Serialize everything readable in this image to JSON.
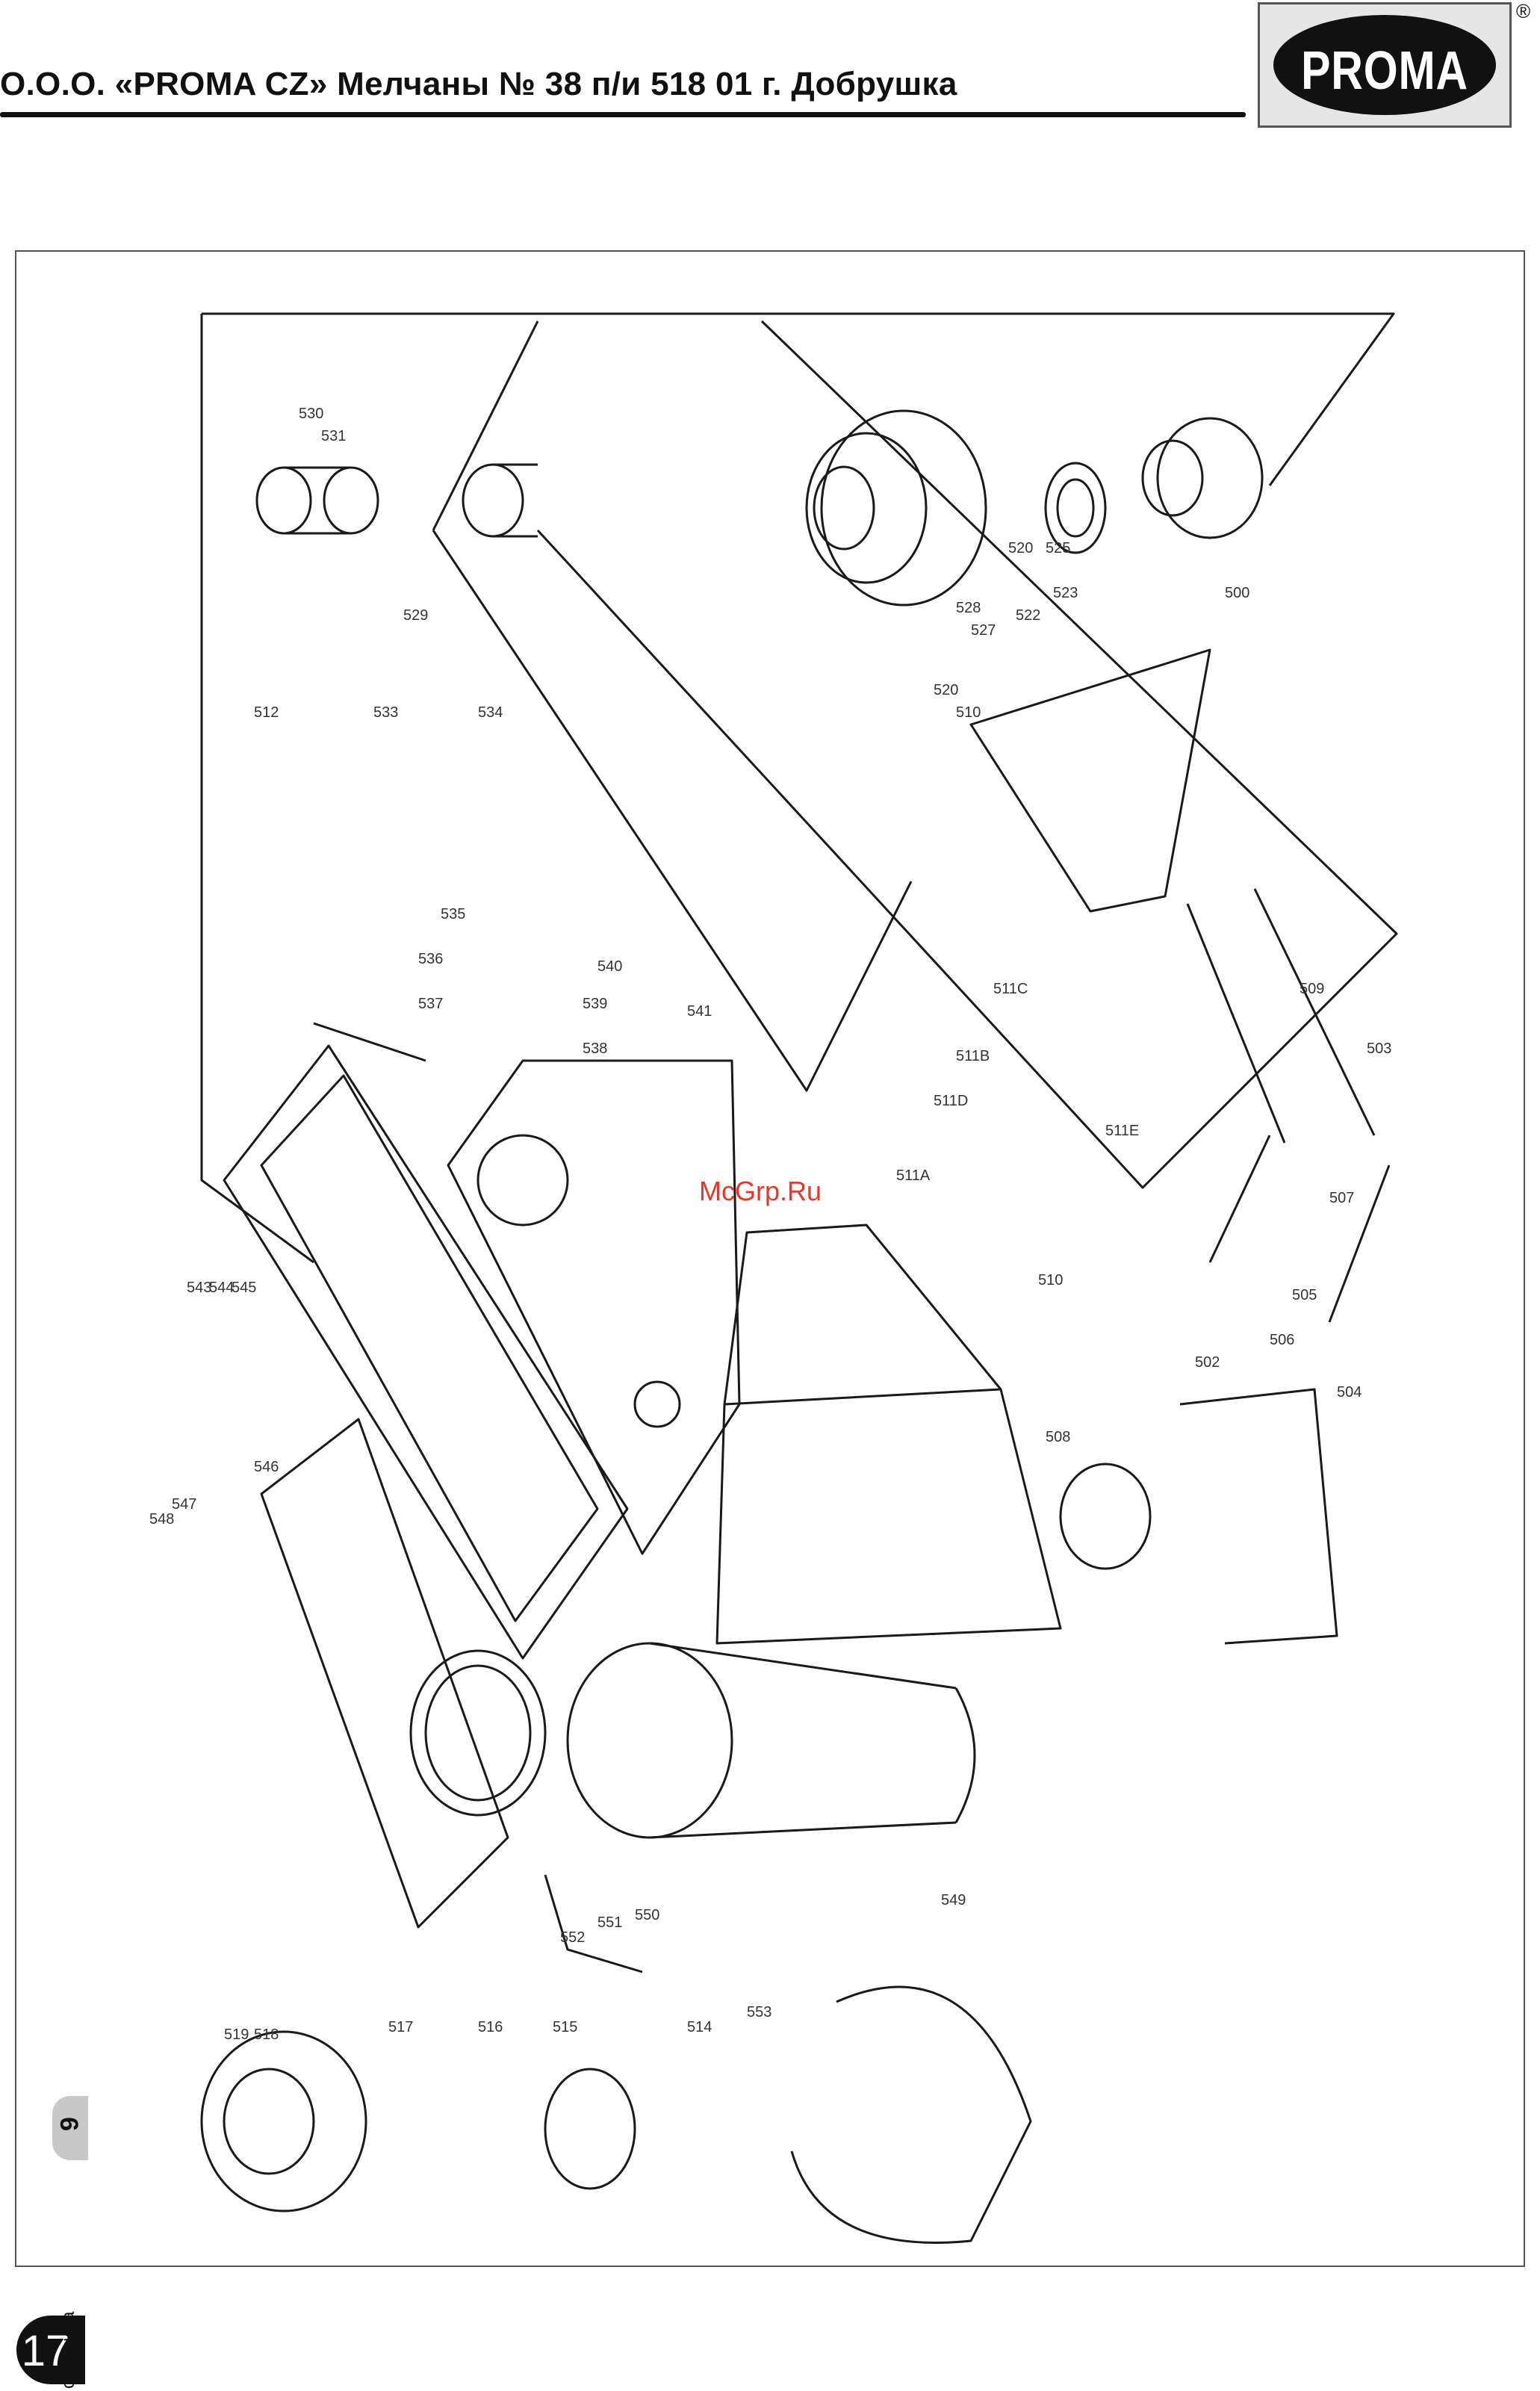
{
  "header": {
    "company_line": "О.О.О. «PROMA CZ» Мелчаны № 38 п/и 518 01 г. Добрушка",
    "logo_text": "PROMA",
    "registered_mark": "®"
  },
  "diagram": {
    "watermark": "McGrp.Ru",
    "part_labels": [
      "530",
      "531",
      "529",
      "512",
      "533",
      "534",
      "535",
      "536",
      "537",
      "538",
      "539",
      "540",
      "541",
      "520",
      "525",
      "523",
      "500",
      "528",
      "527",
      "522",
      "520",
      "510",
      "511A",
      "511B",
      "511C",
      "511D",
      "511E",
      "510",
      "503",
      "502",
      "504",
      "505",
      "506",
      "507",
      "508",
      "509",
      "543",
      "544",
      "545",
      "546",
      "547",
      "548",
      "549",
      "550",
      "551",
      "552",
      "553",
      "514",
      "515",
      "516",
      "517",
      "518",
      "519"
    ]
  },
  "footer": {
    "chapter_number": "9",
    "page_number": "17",
    "page_word": "страница"
  }
}
